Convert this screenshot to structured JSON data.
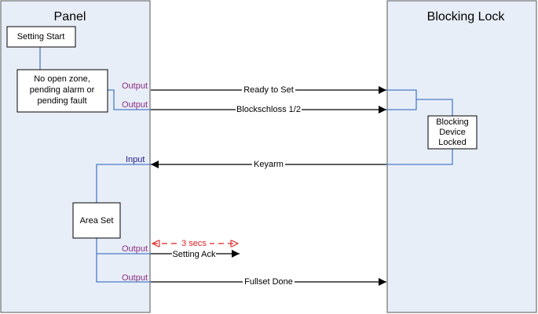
{
  "panels": {
    "left_title": "Panel",
    "right_title": "Blocking Lock"
  },
  "boxes": {
    "setting_start": "Setting Start",
    "no_open_zone": [
      "No open zone,",
      "pending alarm or",
      "pending fault"
    ],
    "blocking_device": [
      "Blocking",
      "Device",
      "Locked"
    ],
    "area_set": "Area Set"
  },
  "port_labels": {
    "output": "Output",
    "input": "Input"
  },
  "signals": {
    "ready_to_set": "Ready to Set",
    "blockschloss": "Blockschloss 1/2",
    "keyarm": "Keyarm",
    "timing": "3 secs",
    "setting_ack": "Setting Ack",
    "fullset_done": "Fullset Done"
  },
  "colors": {
    "panel_fill": "#e8eef8",
    "panel_stroke": "#555555",
    "connector": "#4a7cc7",
    "output_label": "#8b2e7e",
    "input_label": "#1a1a8c",
    "timing": "#e02020",
    "arrow": "#000000"
  }
}
